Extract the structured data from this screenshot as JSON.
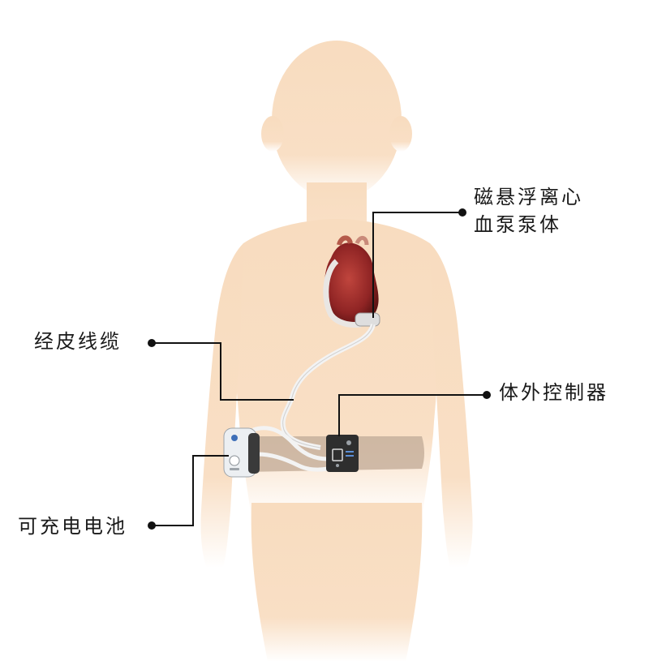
{
  "labels": {
    "pump_line1": "磁悬浮离心",
    "pump_line2": "血泵泵体",
    "cable": "经皮线缆",
    "controller": "体外控制器",
    "battery": "可充电电池"
  },
  "colors": {
    "skin": "#f8dcbf",
    "skin_shadow": "#efc9a6",
    "belt": "#c9b3a0",
    "heart": "#9e2a2a",
    "heart_dark": "#6e1717",
    "device_dark": "#2b2b2b",
    "battery": "#eceff2",
    "cable": "#f2f2f2",
    "leader_line": "#111111"
  }
}
